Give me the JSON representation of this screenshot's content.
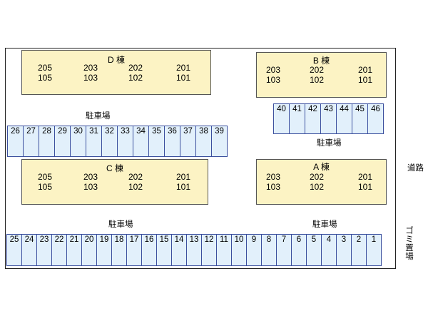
{
  "buildings": {
    "D": {
      "name": "D 棟",
      "upper": [
        "205",
        "203",
        "202",
        "201"
      ],
      "lower": [
        "105",
        "103",
        "102",
        "101"
      ]
    },
    "B": {
      "name": "B 棟",
      "upper": [
        "203",
        "202",
        "201"
      ],
      "lower": [
        "103",
        "102",
        "101"
      ]
    },
    "C": {
      "name": "C 棟",
      "upper": [
        "205",
        "203",
        "202",
        "201"
      ],
      "lower": [
        "105",
        "103",
        "102",
        "101"
      ]
    },
    "A": {
      "name": "A 棟",
      "upper": [
        "203",
        "202",
        "201"
      ],
      "lower": [
        "103",
        "102",
        "101"
      ]
    }
  },
  "parking_label": "駐車場",
  "road_label": "道路",
  "garbage_label": "ゴミ置場",
  "row_a": [
    "26",
    "27",
    "28",
    "29",
    "30",
    "31",
    "32",
    "33",
    "34",
    "35",
    "36",
    "37",
    "38",
    "39"
  ],
  "row_b": [
    "40",
    "41",
    "42",
    "43",
    "44",
    "45",
    "46"
  ],
  "row_c": [
    "25",
    "24",
    "23",
    "22",
    "21",
    "20",
    "19",
    "18",
    "17",
    "16",
    "15",
    "14",
    "13",
    "12",
    "11",
    "10",
    "9",
    "8",
    "7",
    "6",
    "5",
    "4",
    "3",
    "2",
    "1"
  ],
  "colors": {
    "building_fill": "#fcf3c4",
    "space_fill": "#e2f0fb",
    "space_border": "#3b4f9e"
  }
}
